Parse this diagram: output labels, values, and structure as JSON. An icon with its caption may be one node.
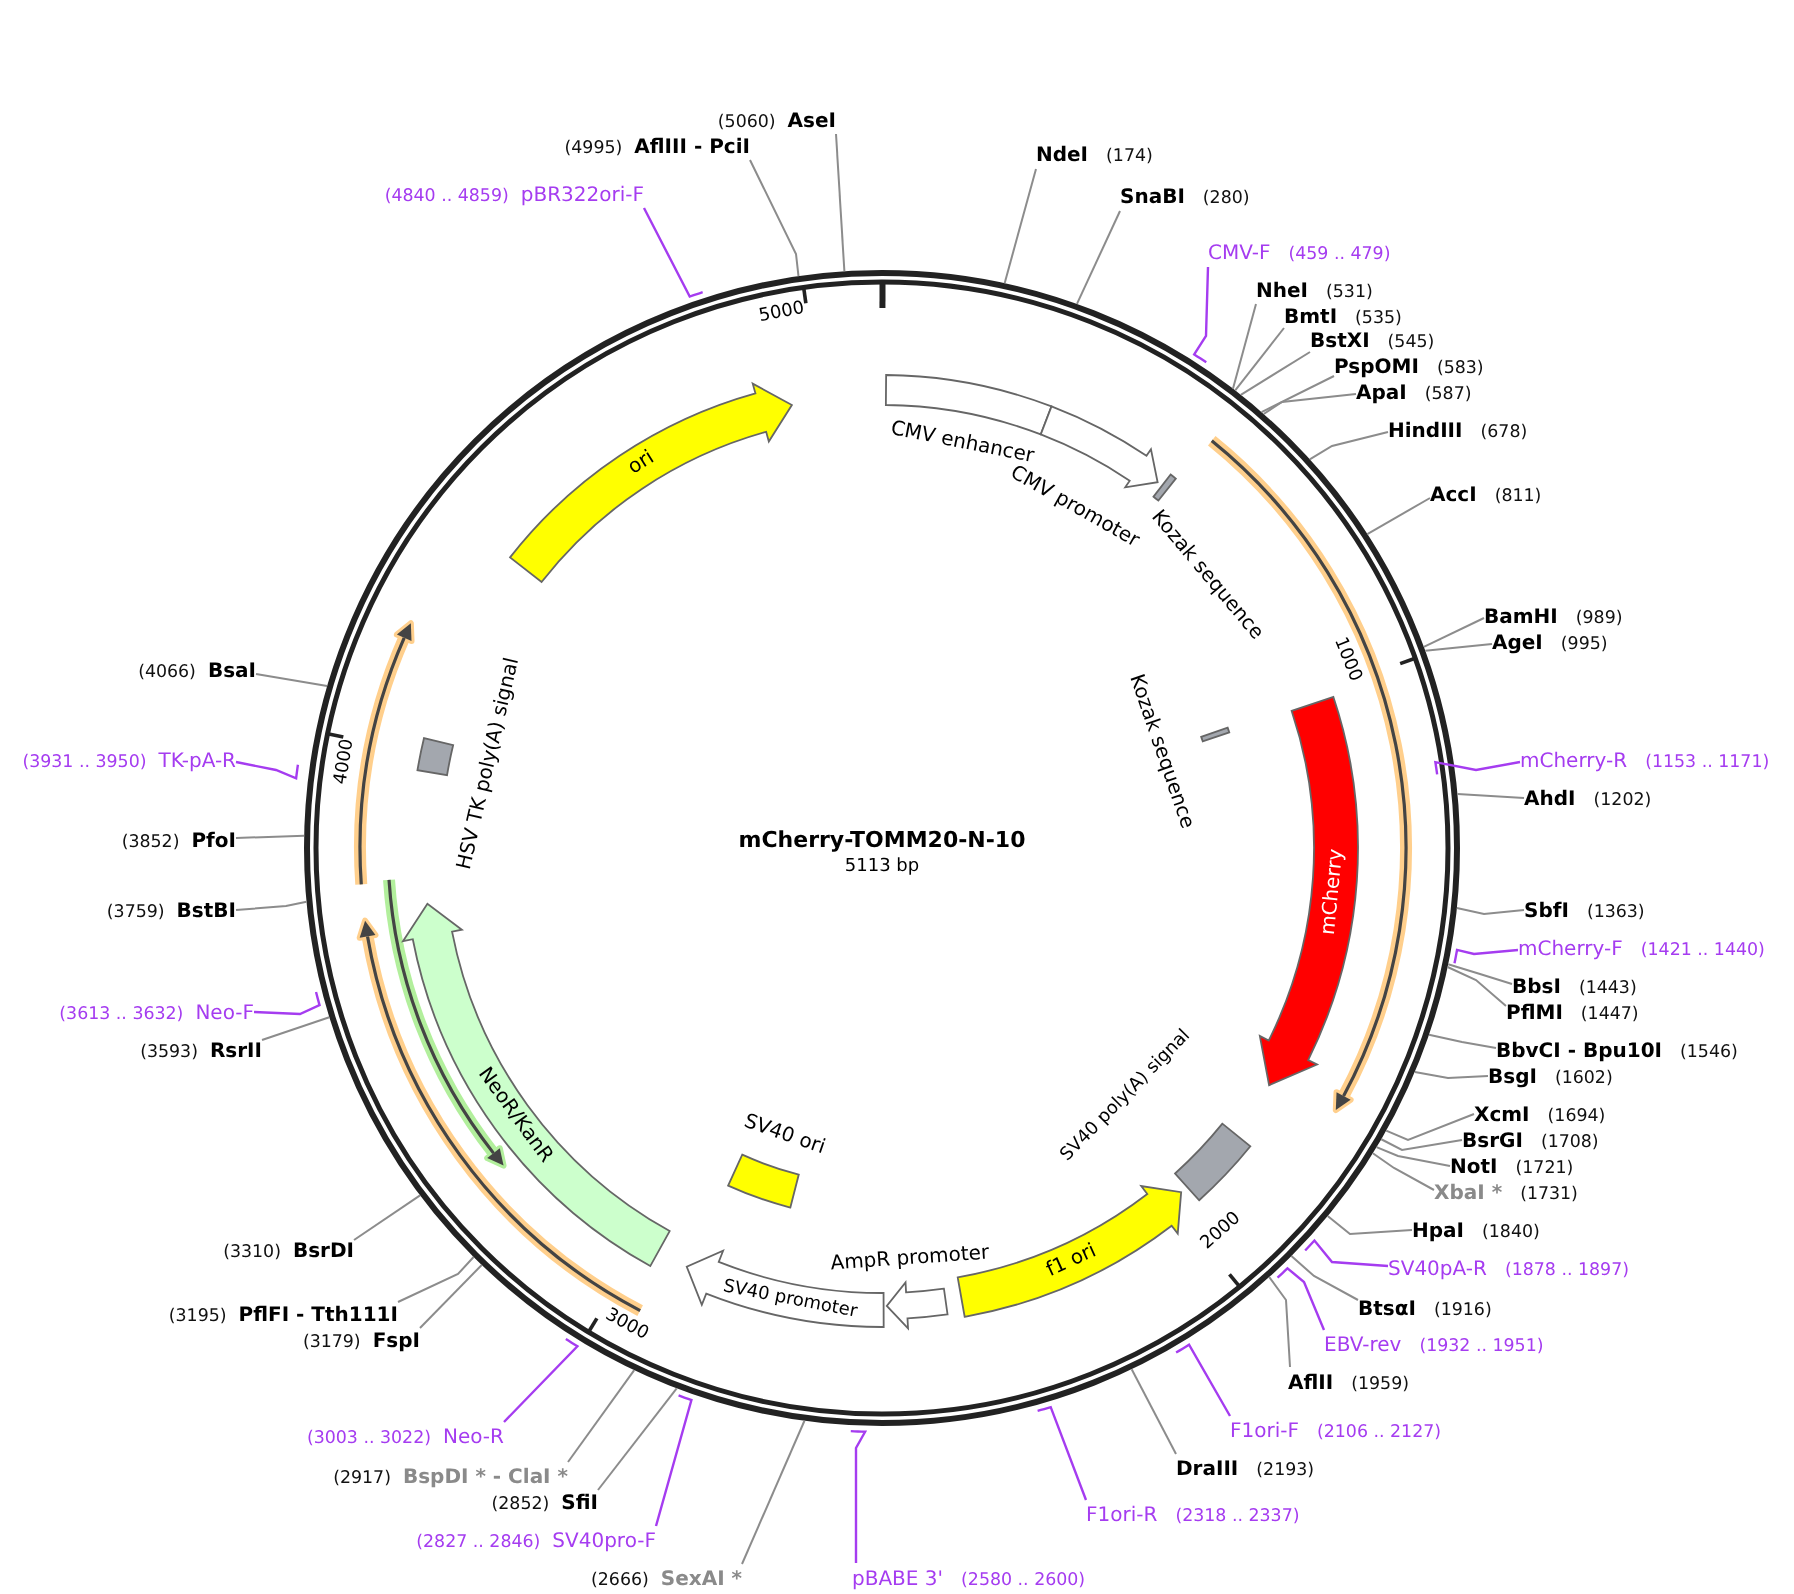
{
  "diagram": {
    "title": "mCherry-TOMM20-N-10",
    "nodes": [
      {
        "text": [
          "CMV enhancer"
        ]
      },
      {
        "text": [
          "CMV promoter"
        ]
      },
      {
        "text": [
          "Kozak sequence"
        ]
      },
      {
        "text": [
          "Kozak sequence"
        ]
      },
      {
        "text": [
          "mCherry"
        ]
      },
      {
        "text": [
          "SV40 poly(A) signal"
        ]
      },
      {
        "text": [
          "f1 ori"
        ]
      },
      {
        "text": [
          "AmpR promoter"
        ]
      },
      {
        "text": [
          "SV40 promoter"
        ]
      },
      {
        "text": [
          "SV40 ori"
        ]
      },
      {
        "text": [
          "NeoR/KanR"
        ]
      },
      {
        "text": [
          "HSV TK poly(A) signal"
        ]
      },
      {
        "text": [
          "ori"
        ]
      },
      {
        "text": [
          "(4840 .. 4859)",
          "pBR322ori-F"
        ]
      },
      {
        "text": [
          "(4995)",
          "AflIII - PciI"
        ]
      },
      {
        "text": [
          "(5060)",
          "AseI"
        ]
      },
      {
        "text": [
          "NdeI",
          "(174)"
        ]
      },
      {
        "text": [
          "SnaBI",
          "(280)"
        ]
      },
      {
        "text": [
          "CMV-F",
          "(459 .. 479)"
        ]
      },
      {
        "text": [
          "NheI",
          "(531)"
        ]
      },
      {
        "text": [
          "BmtI",
          "(535)"
        ]
      },
      {
        "text": [
          "BstXI",
          "(545)"
        ]
      },
      {
        "text": [
          "PspOMI",
          "(583)"
        ]
      },
      {
        "text": [
          "ApaI",
          "(587)"
        ]
      },
      {
        "text": [
          "HindIII",
          "(678)"
        ]
      },
      {
        "text": [
          "AccI",
          "(811)"
        ]
      },
      {
        "text": [
          "BamHI",
          "(989)"
        ]
      },
      {
        "text": [
          "AgeI",
          "(995)"
        ]
      },
      {
        "text": [
          "mCherry-R",
          "(1153 .. 1171)"
        ]
      },
      {
        "text": [
          "AhdI",
          "(1202)"
        ]
      },
      {
        "text": [
          "SbfI",
          "(1363)"
        ]
      },
      {
        "text": [
          "mCherry-F",
          "(1421 .. 1440)"
        ]
      },
      {
        "text": [
          "BbsI",
          "(1443)"
        ]
      },
      {
        "text": [
          "PflMI",
          "(1447)"
        ]
      },
      {
        "text": [
          "BbvCI - Bpu10I",
          "(1546)"
        ]
      },
      {
        "text": [
          "BsgI",
          "(1602)"
        ]
      },
      {
        "text": [
          "XcmI",
          "(1694)"
        ]
      },
      {
        "text": [
          "BsrGI",
          "(1708)"
        ]
      },
      {
        "text": [
          "NotI",
          "(1721)"
        ]
      },
      {
        "text": [
          "XbaI *",
          "(1731)"
        ]
      },
      {
        "text": [
          "HpaI",
          "(1840)"
        ]
      },
      {
        "text": [
          "SV40pA-R",
          "(1878 .. 1897)"
        ]
      },
      {
        "text": [
          "BtsαI",
          "(1916)"
        ]
      },
      {
        "text": [
          "EBV-rev",
          "(1932 .. 1951)"
        ]
      },
      {
        "text": [
          "AflII",
          "(1959)"
        ]
      },
      {
        "text": [
          "F1ori-F",
          "(2106 .. 2127)"
        ]
      },
      {
        "text": [
          "DraIII",
          "(2193)"
        ]
      },
      {
        "text": [
          "F1ori-R",
          "(2318 .. 2337)"
        ]
      },
      {
        "text": [
          "pBABE 3'",
          "(2580 .. 2600)"
        ]
      },
      {
        "text": [
          "(2666)",
          "SexAI *"
        ]
      },
      {
        "text": [
          "(2827 .. 2846)",
          "SV40pro-F"
        ]
      },
      {
        "text": [
          "(2852)",
          "SfiI"
        ]
      },
      {
        "text": [
          "(2917)",
          "BspDI * - ClaI *"
        ]
      },
      {
        "text": [
          "(3003 .. 3022)",
          "Neo-R"
        ]
      },
      {
        "text": [
          "(3179)",
          "FspI"
        ]
      },
      {
        "text": [
          "(3195)",
          "PflFI - Tth111I"
        ]
      },
      {
        "text": [
          "(3310)",
          "BsrDI"
        ]
      },
      {
        "text": [
          "(3593)",
          "RsrII"
        ]
      },
      {
        "text": [
          "(3613 .. 3632)",
          "Neo-F"
        ]
      },
      {
        "text": [
          "(3759)",
          "BstBI"
        ]
      },
      {
        "text": [
          "(3852)",
          "PfoI"
        ]
      },
      {
        "text": [
          "(3931 .. 3950)",
          "TK-pA-R"
        ]
      },
      {
        "text": [
          "(4066)",
          "BsaI"
        ]
      }
    ],
    "edges": [
      {
        "from": 13,
        "to": null,
        "arrow": "none",
        "color": "#a53cf0"
      },
      {
        "from": 14,
        "to": null,
        "arrow": "none"
      },
      {
        "from": 15,
        "to": null,
        "arrow": "none"
      },
      {
        "from": 16,
        "to": null,
        "arrow": "none"
      },
      {
        "from": 17,
        "to": null,
        "arrow": "none"
      },
      {
        "from": 18,
        "to": null,
        "arrow": "none",
        "color": "#a53cf0"
      },
      {
        "from": 19,
        "to": null,
        "arrow": "none"
      },
      {
        "from": 20,
        "to": null,
        "arrow": "none"
      },
      {
        "from": 21,
        "to": null,
        "arrow": "none"
      },
      {
        "from": 22,
        "to": null,
        "arrow": "none"
      },
      {
        "from": 23,
        "to": null,
        "arrow": "none"
      },
      {
        "from": 24,
        "to": null,
        "arrow": "none"
      },
      {
        "from": 25,
        "to": null,
        "arrow": "none"
      },
      {
        "from": 26,
        "to": null,
        "arrow": "none"
      },
      {
        "from": 27,
        "to": null,
        "arrow": "none"
      },
      {
        "from": 28,
        "to": null,
        "arrow": "none",
        "color": "#a53cf0"
      },
      {
        "from": 29,
        "to": null,
        "arrow": "none"
      },
      {
        "from": 30,
        "to": null,
        "arrow": "none"
      },
      {
        "from": 31,
        "to": null,
        "arrow": "none",
        "color": "#a53cf0"
      },
      {
        "from": 32,
        "to": null,
        "arrow": "none"
      },
      {
        "from": 33,
        "to": null,
        "arrow": "none"
      },
      {
        "from": 34,
        "to": null,
        "arrow": "none"
      },
      {
        "from": 35,
        "to": null,
        "arrow": "none"
      },
      {
        "from": 36,
        "to": null,
        "arrow": "none"
      },
      {
        "from": 37,
        "to": null,
        "arrow": "none"
      },
      {
        "from": 38,
        "to": null,
        "arrow": "none"
      },
      {
        "from": 39,
        "to": null,
        "arrow": "none"
      },
      {
        "from": 40,
        "to": null,
        "arrow": "none"
      },
      {
        "from": 41,
        "to": null,
        "arrow": "none",
        "color": "#a53cf0"
      },
      {
        "from": 42,
        "to": null,
        "arrow": "none"
      },
      {
        "from": 43,
        "to": null,
        "arrow": "none",
        "color": "#a53cf0"
      },
      {
        "from": 44,
        "to": null,
        "arrow": "none"
      },
      {
        "from": 45,
        "to": null,
        "arrow": "none",
        "color": "#a53cf0"
      },
      {
        "from": 46,
        "to": null,
        "arrow": "none"
      },
      {
        "from": 47,
        "to": null,
        "arrow": "none",
        "color": "#a53cf0"
      },
      {
        "from": 48,
        "to": null,
        "arrow": "none",
        "color": "#a53cf0"
      },
      {
        "from": 49,
        "to": null,
        "arrow": "none"
      },
      {
        "from": 50,
        "to": null,
        "arrow": "none",
        "color": "#a53cf0"
      },
      {
        "from": 51,
        "to": null,
        "arrow": "none"
      },
      {
        "from": 52,
        "to": null,
        "arrow": "none"
      },
      {
        "from": 53,
        "to": null,
        "arrow": "none",
        "color": "#a53cf0"
      },
      {
        "from": 54,
        "to": null,
        "arrow": "none"
      },
      {
        "from": 55,
        "to": null,
        "arrow": "none"
      },
      {
        "from": 56,
        "to": null,
        "arrow": "none"
      },
      {
        "from": 57,
        "to": null,
        "arrow": "none"
      },
      {
        "from": 58,
        "to": null,
        "arrow": "none",
        "color": "#a53cf0"
      },
      {
        "from": 59,
        "to": null,
        "arrow": "none"
      },
      {
        "from": 60,
        "to": null,
        "arrow": "none"
      },
      {
        "from": 61,
        "to": null,
        "arrow": "none",
        "color": "#a53cf0"
      },
      {
        "from": 62,
        "to": null,
        "arrow": "none"
      }
    ],
    "labels": [
      "5000",
      "1000",
      "4000",
      "5113 bp",
      "2000",
      "3000"
    ]
  }
}
